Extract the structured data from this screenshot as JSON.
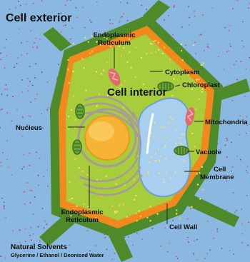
{
  "title": "Cell exterior",
  "center_label": "Cell interior",
  "labels": {
    "er_top": [
      "Endoplasmic",
      "Reticulum"
    ],
    "cytoplasm": "Cytoplasm",
    "chloroplast": "Chloroplast",
    "nucleus": "Nucleus",
    "mitochondria": "Mitochondria",
    "vacuole": "Vacuole",
    "cell_membrane": [
      "Cell",
      "Membrane"
    ],
    "er_bottom": [
      "Endoplasmic",
      "Reticulum"
    ],
    "cell_wall": "Cell Wall"
  },
  "footer": {
    "title": "Natural Solvents",
    "subtitle": "Glycerine / Ethanol / Deonised Water"
  },
  "colors": {
    "background": "#8ab8e0",
    "cell_wall": "#4e8a2a",
    "membrane": "#f08a1e",
    "cytoplasm": "#a7cc3c",
    "nucleus": "#f7b335",
    "vacuole": "#a9cfee",
    "mitochondria": "#de6b70",
    "chloroplast": "#6aa33a"
  }
}
